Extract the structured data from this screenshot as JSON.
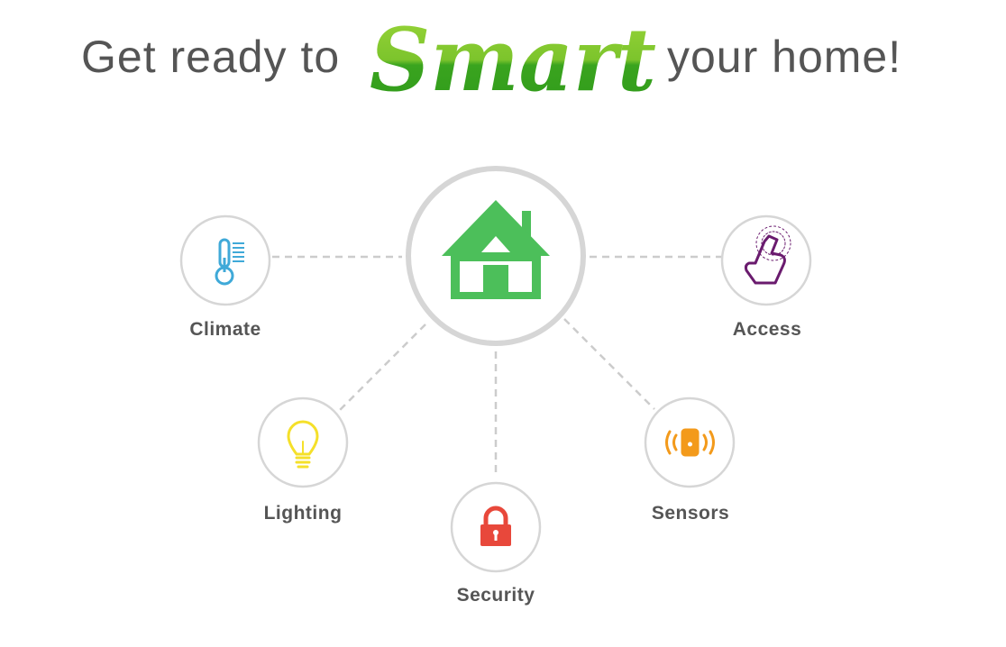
{
  "headline": {
    "before": "Get ready to",
    "highlight": "Smart",
    "after": "your home!"
  },
  "colors": {
    "text": "#555555",
    "circle_border": "#d6d6d6",
    "connector": "#cccccc",
    "home": "#4cbf5a",
    "smart_top": "#9bd63a",
    "smart_bottom": "#2f9a1a",
    "climate": "#3fa9d8",
    "access": "#6a1b6e",
    "lighting": "#f5e02a",
    "sensors": "#f39a1b",
    "security": "#e8483b"
  },
  "hub": {
    "icon": "house-icon"
  },
  "nodes": {
    "climate": {
      "label": "Climate",
      "icon": "thermometer-icon"
    },
    "access": {
      "label": "Access",
      "icon": "touch-hand-icon"
    },
    "lighting": {
      "label": "Lighting",
      "icon": "light-bulb-icon"
    },
    "sensors": {
      "label": "Sensors",
      "icon": "sensor-signal-icon"
    },
    "security": {
      "label": "Security",
      "icon": "padlock-icon"
    }
  }
}
